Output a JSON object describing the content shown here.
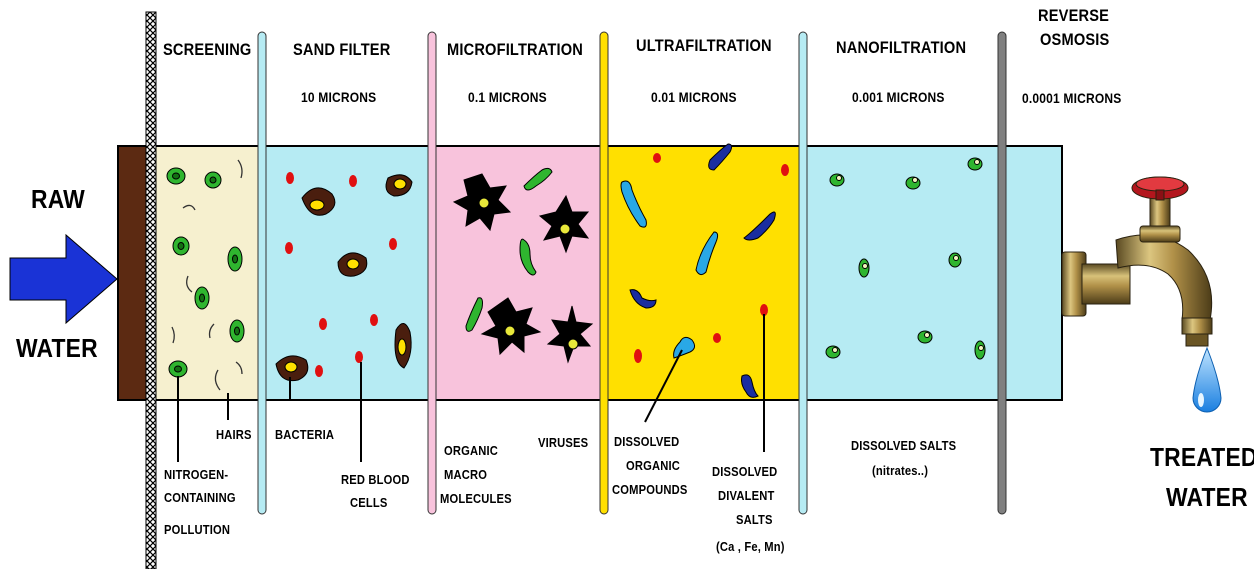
{
  "input_label": {
    "line1": "RAW",
    "line2": "WATER"
  },
  "output_label": {
    "line1": "TREATED",
    "line2": "WATER"
  },
  "stages": [
    {
      "name": "SCREENING",
      "size": ""
    },
    {
      "name": "SAND FILTER",
      "size": "10 MICRONS"
    },
    {
      "name": "MICROFILTRATION",
      "size": "0.1 MICRONS"
    },
    {
      "name": "ULTRAFILTRATION",
      "size": "0.01 MICRONS"
    },
    {
      "name": "NANOFILTRATION",
      "size": "0.001 MICRONS"
    },
    {
      "name_line1": "REVERSE",
      "name_line2": "OSMOSIS",
      "size": "0.0001 MICRONS"
    }
  ],
  "contaminants": {
    "nitrogen": [
      "NITROGEN-",
      "CONTAINING",
      "POLLUTION"
    ],
    "hairs": "HAIRS",
    "bacteria": "BACTERIA",
    "red_blood": [
      "RED BLOOD",
      "CELLS"
    ],
    "organic_macro": [
      "ORGANIC",
      "MACRO",
      "MOLECULES"
    ],
    "viruses": "VIRUSES",
    "dissolved_organic": [
      "DISSOLVED",
      "ORGANIC",
      "COMPOUNDS"
    ],
    "divalent": [
      "DISSOLVED",
      "DIVALENT",
      "SALTS",
      "(Ca , Fe, Mn)"
    ],
    "salts": [
      "DISSOLVED SALTS",
      "(nitrates..)"
    ]
  },
  "colors": {
    "screening_zone": "#f6f0cf",
    "sand_zone": "#b6ebf3",
    "micro_zone": "#f8c3dc",
    "ultra_zone": "#ffe000",
    "nano_zone": "#b6ebf3",
    "ro_zone": "#b6ebf3",
    "inlet_wall": "#5c2a12",
    "arrow": "#1a33d6",
    "red_particle": "#e01010",
    "green_particle": "#2fb52f",
    "brown_particle": "#4a1e0e",
    "membrane_sand": "#b6ebf3",
    "membrane_micro": "#f8c3dc",
    "membrane_ultra": "#ffe000",
    "membrane_nano": "#b6ebf3",
    "membrane_ro": "#808080"
  },
  "icons": [
    "arrow-right-icon",
    "faucet-icon",
    "water-drop-icon"
  ]
}
